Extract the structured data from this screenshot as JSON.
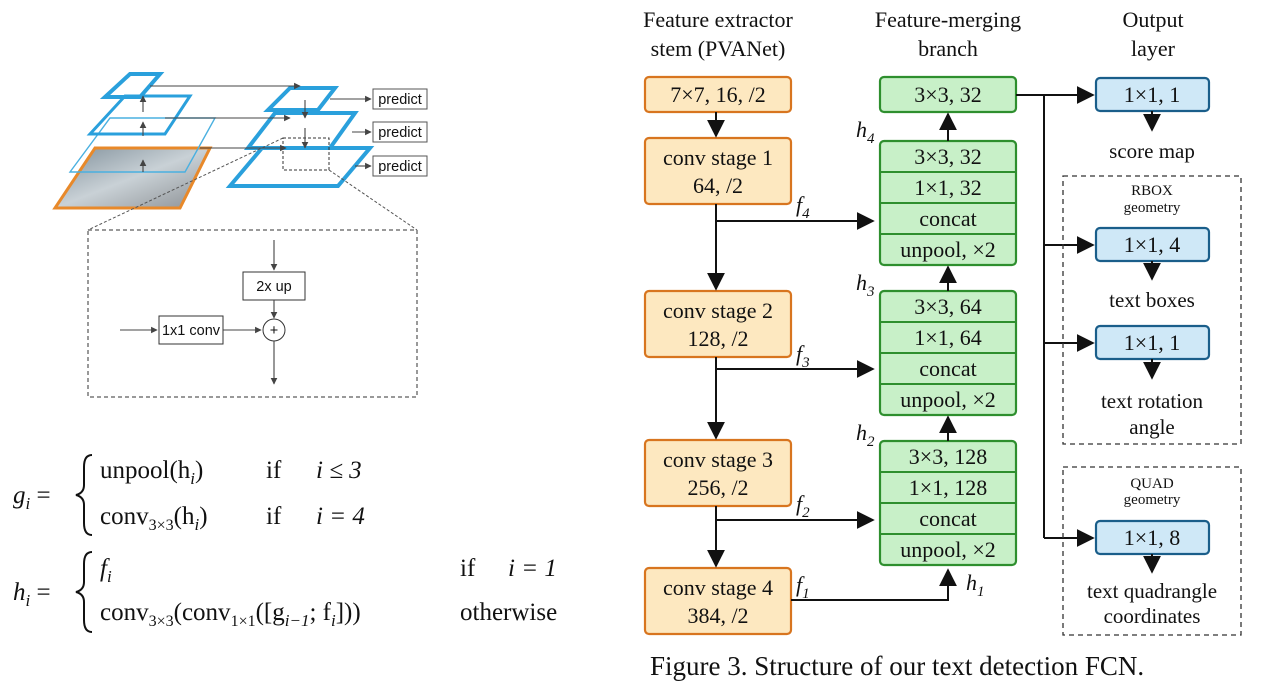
{
  "left": {
    "predict_labels": [
      "predict",
      "predict",
      "predict"
    ],
    "inset": {
      "up_label": "2x up",
      "conv_label": "1x1 conv",
      "plus": "+"
    },
    "equations": {
      "g_lhs": "g",
      "g_sub": "i",
      "g_rows": [
        {
          "expr": "unpool(h",
          "expr_sub": "i",
          "expr_end": ")",
          "cond_if": "if",
          "cond": "i ≤ 3"
        },
        {
          "expr": "conv",
          "expr_sub": "3×3",
          "expr_mid": "(h",
          "expr_mid_sub": "i",
          "expr_end": ")",
          "cond_if": "if",
          "cond": "i = 4"
        }
      ],
      "h_lhs": "h",
      "h_sub": "i",
      "h_rows": [
        {
          "expr": "f",
          "expr_sub": "i",
          "cond_if": "if",
          "cond": "i = 1"
        },
        {
          "expr": "conv",
          "expr_sub": "3×3",
          "expr_mid": "(conv",
          "expr_mid_sub": "1×1",
          "expr_mid2": "([g",
          "expr_mid2_sub": "i−1",
          "expr_mid3": "; f",
          "expr_mid3_sub": "i",
          "expr_end": "]))",
          "cond": "otherwise"
        }
      ]
    }
  },
  "right": {
    "headers": {
      "extractor": [
        "Feature extractor",
        "stem (PVANet)"
      ],
      "merging": [
        "Feature-merging",
        "branch"
      ],
      "output": [
        "Output",
        "layer"
      ]
    },
    "colors": {
      "orange": "#d8751f",
      "green": "#2e8f2e",
      "blue": "#1a5e8a"
    },
    "stem_boxes": [
      {
        "lines": [
          "7×7, 16, /2"
        ]
      },
      {
        "lines": [
          "conv stage 1",
          "64, /2"
        ]
      },
      {
        "lines": [
          "conv stage 2",
          "128, /2"
        ]
      },
      {
        "lines": [
          "conv stage 3",
          "256, /2"
        ]
      },
      {
        "lines": [
          "conv stage 4",
          "384, /2"
        ]
      }
    ],
    "feature_labels": [
      "f",
      "f",
      "f",
      "f"
    ],
    "feature_subs": [
      "4",
      "3",
      "2",
      "1"
    ],
    "h_labels": [
      "h",
      "h",
      "h",
      "h"
    ],
    "h_subs": [
      "4",
      "3",
      "2",
      "1"
    ],
    "merge_top": "3×3, 32",
    "merge_blocks": [
      [
        "3×3, 32",
        "1×1, 32",
        "concat",
        "unpool, ×2"
      ],
      [
        "3×3, 64",
        "1×1, 64",
        "concat",
        "unpool, ×2"
      ],
      [
        "3×3, 128",
        "1×1, 128",
        "concat",
        "unpool, ×2"
      ]
    ],
    "output_boxes": [
      "1×1, 1",
      "1×1, 4",
      "1×1, 1",
      "1×1, 8"
    ],
    "output_labels": {
      "score": "score map",
      "rbox_title": [
        "RBOX",
        "geometry"
      ],
      "text_boxes": "text boxes",
      "rotation": [
        "text rotation",
        "angle"
      ],
      "quad_title": [
        "QUAD",
        "geometry"
      ],
      "quad": [
        "text quadrangle",
        "coordinates"
      ]
    },
    "caption": "Figure 3. Structure of our text detection FCN."
  }
}
